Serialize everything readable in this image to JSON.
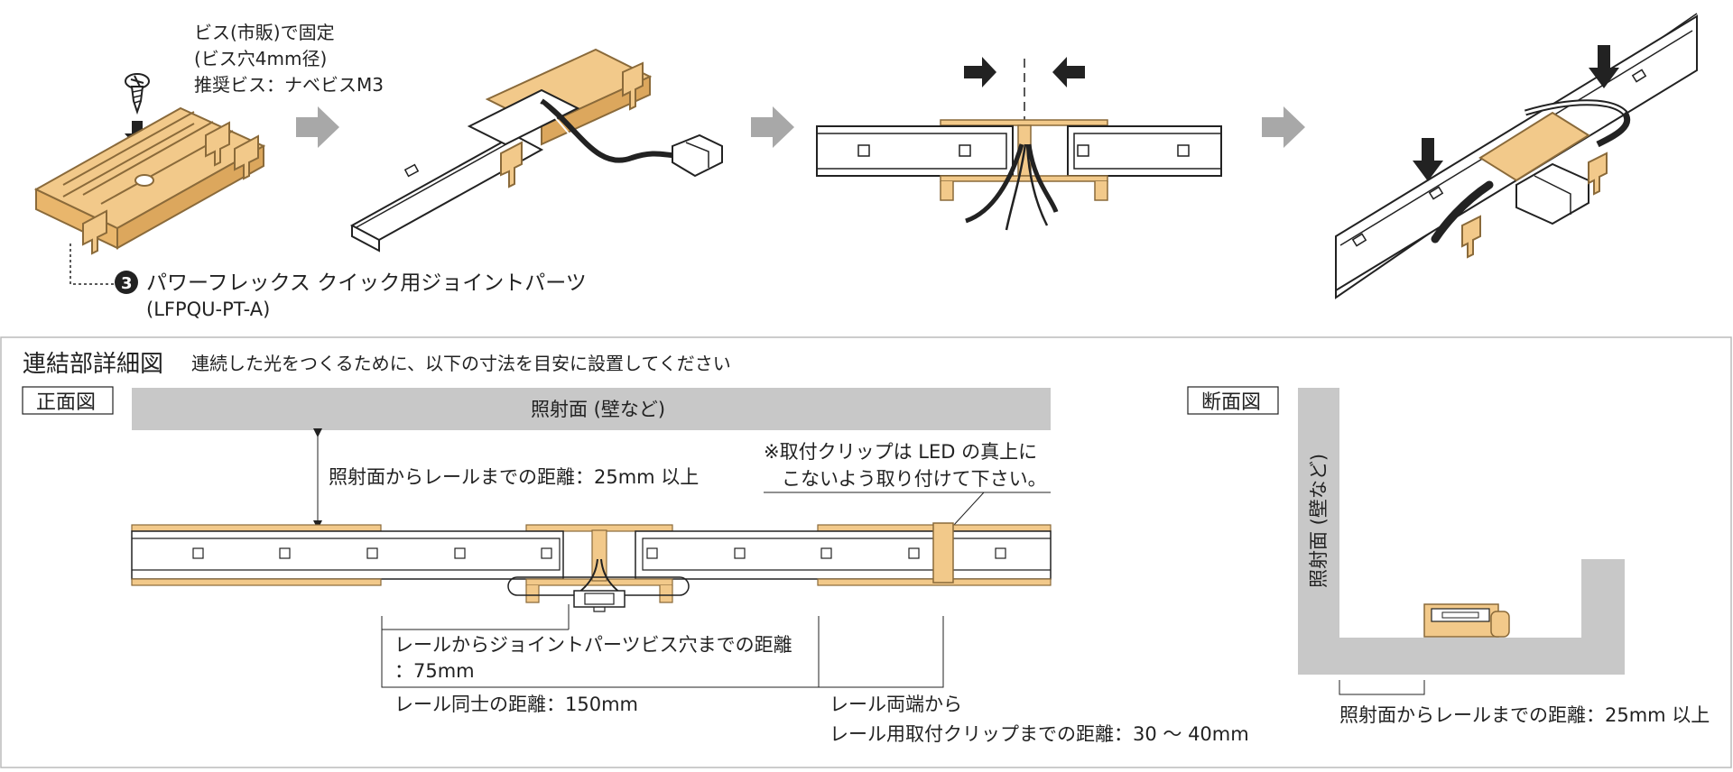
{
  "top": {
    "screw_note": {
      "line1": "ビス(市販)で固定",
      "line2": "(ビス穴4mm径)",
      "line3": "推奨ビス：ナベビスM3"
    },
    "part": {
      "number": "3",
      "name": "パワーフレックス クイック用ジョイントパーツ",
      "code": "(LFPQU-PT-A)"
    }
  },
  "detail": {
    "heading": "連結部詳細図",
    "subtitle": "連続した光をつくるために、以下の寸法を目安に設置してください",
    "front_label": "正面図",
    "section_label": "断面図",
    "surface_label": "照射面 (壁など)",
    "surface_label_vertical": "照射面 (壁など)",
    "dist_surface_rail": "照射面からレールまでの距離：25mm 以上",
    "clip_note_line1": "※取付クリップは LED の真上に",
    "clip_note_line2": "こないよう取り付けて下さい。",
    "dist_joint_line1": "レールからジョイントパーツビス穴までの距離",
    "dist_joint_line2": "：75mm",
    "dist_rails": "レール同士の距離：150mm",
    "dist_clip_line1": "レール両端から",
    "dist_clip_line2": "レール用取付クリップまでの距離：30 〜 40mm",
    "section_dist": "照射面からレールまでの距離：25mm 以上"
  },
  "colors": {
    "rail": "#f2c98a",
    "rail_stroke": "#8a6a3a",
    "arrow": "#a8a8a8",
    "surface": "#c8c8c8",
    "dark": "#222222"
  }
}
